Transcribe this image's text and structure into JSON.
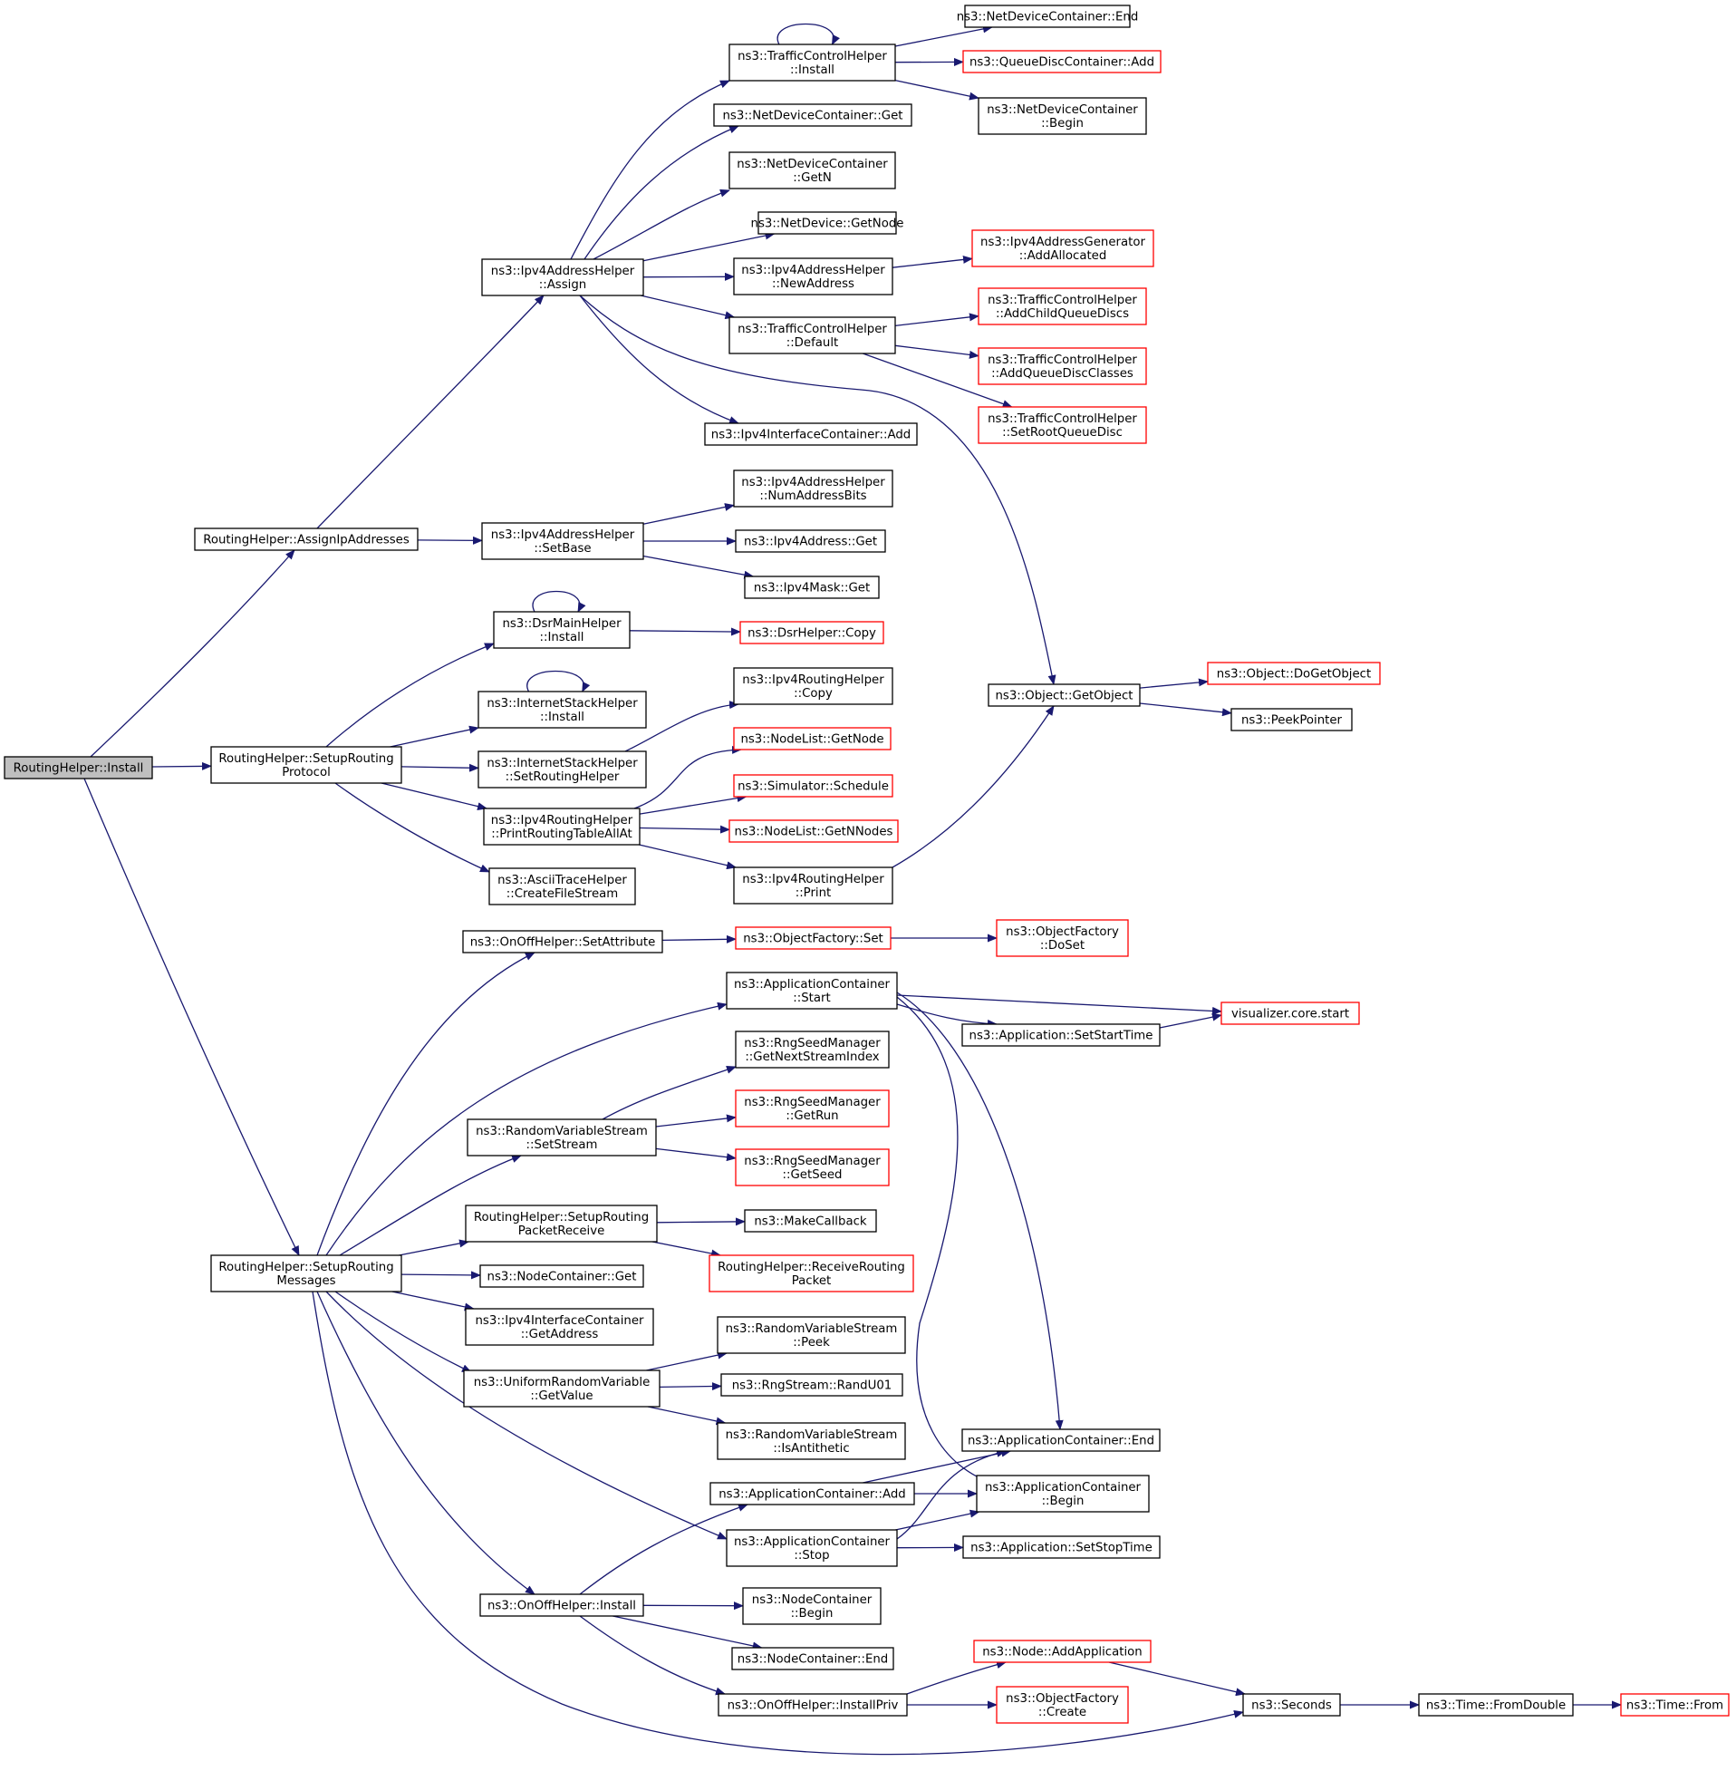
{
  "colors": {
    "edge": "#191970",
    "normal_border": "#000000",
    "undocumented_border": "#ff0000",
    "root_fill": "#bfbfbf",
    "node_fill": "#ffffff"
  },
  "nodes": {
    "rh_install": {
      "lines": [
        "RoutingHelper::Install"
      ],
      "style": "root"
    },
    "rh_assign_ip": {
      "lines": [
        "RoutingHelper::AssignIpAddresses"
      ],
      "style": "normal"
    },
    "rh_setup_proto": {
      "lines": [
        "RoutingHelper::SetupRouting",
        "Protocol"
      ],
      "style": "normal"
    },
    "rh_setup_msgs": {
      "lines": [
        "RoutingHelper::SetupRouting",
        "Messages"
      ],
      "style": "normal"
    },
    "ipv4ah_assign": {
      "lines": [
        "ns3::Ipv4AddressHelper",
        "::Assign"
      ],
      "style": "normal"
    },
    "ipv4ah_setbase": {
      "lines": [
        "ns3::Ipv4AddressHelper",
        "::SetBase"
      ],
      "style": "normal"
    },
    "tch_install": {
      "lines": [
        "ns3::TrafficControlHelper",
        "::Install"
      ],
      "style": "normal"
    },
    "ndc_end": {
      "lines": [
        "ns3::NetDeviceContainer::End"
      ],
      "style": "normal"
    },
    "qdc_add": {
      "lines": [
        "ns3::QueueDiscContainer::Add"
      ],
      "style": "undocumented"
    },
    "ndc_begin": {
      "lines": [
        "ns3::NetDeviceContainer",
        "::Begin"
      ],
      "style": "normal"
    },
    "ndc_get": {
      "lines": [
        "ns3::NetDeviceContainer::Get"
      ],
      "style": "normal"
    },
    "ndc_getn": {
      "lines": [
        "ns3::NetDeviceContainer",
        "::GetN"
      ],
      "style": "normal"
    },
    "nd_getnode": {
      "lines": [
        "ns3::NetDevice::GetNode"
      ],
      "style": "normal"
    },
    "ipv4ah_newaddr": {
      "lines": [
        "ns3::Ipv4AddressHelper",
        "::NewAddress"
      ],
      "style": "normal"
    },
    "ipv4ag_addalloc": {
      "lines": [
        "ns3::Ipv4AddressGenerator",
        "::AddAllocated"
      ],
      "style": "undocumented"
    },
    "tch_default": {
      "lines": [
        "ns3::TrafficControlHelper",
        "::Default"
      ],
      "style": "normal"
    },
    "tch_addchild": {
      "lines": [
        "ns3::TrafficControlHelper",
        "::AddChildQueueDiscs"
      ],
      "style": "undocumented"
    },
    "tch_addclasses": {
      "lines": [
        "ns3::TrafficControlHelper",
        "::AddQueueDiscClasses"
      ],
      "style": "undocumented"
    },
    "tch_setroot": {
      "lines": [
        "ns3::TrafficControlHelper",
        "::SetRootQueueDisc"
      ],
      "style": "undocumented"
    },
    "ipv4ic_add": {
      "lines": [
        "ns3::Ipv4InterfaceContainer::Add"
      ],
      "style": "normal"
    },
    "ipv4ah_numbits": {
      "lines": [
        "ns3::Ipv4AddressHelper",
        "::NumAddressBits"
      ],
      "style": "normal"
    },
    "ipv4a_get": {
      "lines": [
        "ns3::Ipv4Address::Get"
      ],
      "style": "normal"
    },
    "ipv4m_get": {
      "lines": [
        "ns3::Ipv4Mask::Get"
      ],
      "style": "normal"
    },
    "dsr_install": {
      "lines": [
        "ns3::DsrMainHelper",
        "::Install"
      ],
      "style": "normal"
    },
    "dsr_copy": {
      "lines": [
        "ns3::DsrHelper::Copy"
      ],
      "style": "undocumented"
    },
    "ish_install": {
      "lines": [
        "ns3::InternetStackHelper",
        "::Install"
      ],
      "style": "normal"
    },
    "ish_setrouting": {
      "lines": [
        "ns3::InternetStackHelper",
        "::SetRoutingHelper"
      ],
      "style": "normal"
    },
    "ipv4rh_copy": {
      "lines": [
        "ns3::Ipv4RoutingHelper",
        "::Copy"
      ],
      "style": "normal"
    },
    "ipv4rh_print_all": {
      "lines": [
        "ns3::Ipv4RoutingHelper",
        "::PrintRoutingTableAllAt"
      ],
      "style": "normal"
    },
    "nl_getnode": {
      "lines": [
        "ns3::NodeList::GetNode"
      ],
      "style": "undocumented"
    },
    "sim_schedule": {
      "lines": [
        "ns3::Simulator::Schedule"
      ],
      "style": "undocumented"
    },
    "nl_getnnodes": {
      "lines": [
        "ns3::NodeList::GetNNodes"
      ],
      "style": "undocumented"
    },
    "ipv4rh_print": {
      "lines": [
        "ns3::Ipv4RoutingHelper",
        "::Print"
      ],
      "style": "normal"
    },
    "ath_createfile": {
      "lines": [
        "ns3::AsciiTraceHelper",
        "::CreateFileStream"
      ],
      "style": "normal"
    },
    "obj_getobject": {
      "lines": [
        "ns3::Object::GetObject"
      ],
      "style": "normal"
    },
    "obj_dogetobject": {
      "lines": [
        "ns3::Object::DoGetObject"
      ],
      "style": "undocumented"
    },
    "peekpointer": {
      "lines": [
        "ns3::PeekPointer"
      ],
      "style": "normal"
    },
    "onoff_setattr": {
      "lines": [
        "ns3::OnOffHelper::SetAttribute"
      ],
      "style": "normal"
    },
    "of_set": {
      "lines": [
        "ns3::ObjectFactory::Set"
      ],
      "style": "undocumented"
    },
    "of_doset": {
      "lines": [
        "ns3::ObjectFactory",
        "::DoSet"
      ],
      "style": "undocumented"
    },
    "ac_start": {
      "lines": [
        "ns3::ApplicationContainer",
        "::Start"
      ],
      "style": "normal"
    },
    "vis_start": {
      "lines": [
        "visualizer.core.start"
      ],
      "style": "undocumented"
    },
    "app_setstart": {
      "lines": [
        "ns3::Application::SetStartTime"
      ],
      "style": "normal"
    },
    "rsm_getnext": {
      "lines": [
        "ns3::RngSeedManager",
        "::GetNextStreamIndex"
      ],
      "style": "normal"
    },
    "rvs_setstream": {
      "lines": [
        "ns3::RandomVariableStream",
        "::SetStream"
      ],
      "style": "normal"
    },
    "rsm_getrun": {
      "lines": [
        "ns3::RngSeedManager",
        "::GetRun"
      ],
      "style": "undocumented"
    },
    "rsm_getseed": {
      "lines": [
        "ns3::RngSeedManager",
        "::GetSeed"
      ],
      "style": "undocumented"
    },
    "rh_setup_recv": {
      "lines": [
        "RoutingHelper::SetupRouting",
        "PacketReceive"
      ],
      "style": "normal"
    },
    "makecallback": {
      "lines": [
        "ns3::MakeCallback"
      ],
      "style": "normal"
    },
    "rh_recv_pkt": {
      "lines": [
        "RoutingHelper::ReceiveRouting",
        "Packet"
      ],
      "style": "undocumented"
    },
    "nc_get": {
      "lines": [
        "ns3::NodeContainer::Get"
      ],
      "style": "normal"
    },
    "ipv4ic_getaddr": {
      "lines": [
        "ns3::Ipv4InterfaceContainer",
        "::GetAddress"
      ],
      "style": "normal"
    },
    "rvs_peek": {
      "lines": [
        "ns3::RandomVariableStream",
        "::Peek"
      ],
      "style": "normal"
    },
    "urv_getvalue": {
      "lines": [
        "ns3::UniformRandomVariable",
        "::GetValue"
      ],
      "style": "normal"
    },
    "rng_randu01": {
      "lines": [
        "ns3::RngStream::RandU01"
      ],
      "style": "normal"
    },
    "rvs_isanti": {
      "lines": [
        "ns3::RandomVariableStream",
        "::IsAntithetic"
      ],
      "style": "normal"
    },
    "ac_end": {
      "lines": [
        "ns3::ApplicationContainer::End"
      ],
      "style": "normal"
    },
    "ac_add": {
      "lines": [
        "ns3::ApplicationContainer::Add"
      ],
      "style": "normal"
    },
    "ac_begin": {
      "lines": [
        "ns3::ApplicationContainer",
        "::Begin"
      ],
      "style": "normal"
    },
    "ac_stop": {
      "lines": [
        "ns3::ApplicationContainer",
        "::Stop"
      ],
      "style": "normal"
    },
    "app_setstop": {
      "lines": [
        "ns3::Application::SetStopTime"
      ],
      "style": "normal"
    },
    "onoff_install": {
      "lines": [
        "ns3::OnOffHelper::Install"
      ],
      "style": "normal"
    },
    "nc_begin": {
      "lines": [
        "ns3::NodeContainer",
        "::Begin"
      ],
      "style": "normal"
    },
    "nc_end": {
      "lines": [
        "ns3::NodeContainer::End"
      ],
      "style": "normal"
    },
    "node_addapp": {
      "lines": [
        "ns3::Node::AddApplication"
      ],
      "style": "undocumented"
    },
    "onoff_installpriv": {
      "lines": [
        "ns3::OnOffHelper::InstallPriv"
      ],
      "style": "normal"
    },
    "of_create": {
      "lines": [
        "ns3::ObjectFactory",
        "::Create"
      ],
      "style": "undocumented"
    },
    "seconds": {
      "lines": [
        "ns3::Seconds"
      ],
      "style": "normal"
    },
    "time_fromdouble": {
      "lines": [
        "ns3::Time::FromDouble"
      ],
      "style": "normal"
    },
    "time_from": {
      "lines": [
        "ns3::Time::From"
      ],
      "style": "undocumented"
    }
  },
  "edges": [
    [
      "rh_install",
      "rh_assign_ip"
    ],
    [
      "rh_install",
      "rh_setup_proto"
    ],
    [
      "rh_install",
      "rh_setup_msgs"
    ],
    [
      "rh_assign_ip",
      "ipv4ah_assign"
    ],
    [
      "rh_assign_ip",
      "ipv4ah_setbase"
    ],
    [
      "ipv4ah_assign",
      "tch_install"
    ],
    [
      "ipv4ah_assign",
      "ndc_get"
    ],
    [
      "ipv4ah_assign",
      "ndc_getn"
    ],
    [
      "ipv4ah_assign",
      "nd_getnode"
    ],
    [
      "ipv4ah_assign",
      "ipv4ah_newaddr"
    ],
    [
      "ipv4ah_assign",
      "tch_default"
    ],
    [
      "ipv4ah_assign",
      "ipv4ic_add"
    ],
    [
      "ipv4ah_assign",
      "obj_getobject"
    ],
    [
      "tch_install",
      "tch_install"
    ],
    [
      "tch_install",
      "ndc_end"
    ],
    [
      "tch_install",
      "qdc_add"
    ],
    [
      "tch_install",
      "ndc_begin"
    ],
    [
      "ipv4ah_newaddr",
      "ipv4ag_addalloc"
    ],
    [
      "tch_default",
      "tch_addchild"
    ],
    [
      "tch_default",
      "tch_addclasses"
    ],
    [
      "tch_default",
      "tch_setroot"
    ],
    [
      "ipv4ah_setbase",
      "ipv4ah_numbits"
    ],
    [
      "ipv4ah_setbase",
      "ipv4a_get"
    ],
    [
      "ipv4ah_setbase",
      "ipv4m_get"
    ],
    [
      "rh_setup_proto",
      "dsr_install"
    ],
    [
      "rh_setup_proto",
      "ish_install"
    ],
    [
      "rh_setup_proto",
      "ish_setrouting"
    ],
    [
      "rh_setup_proto",
      "ipv4rh_print_all"
    ],
    [
      "rh_setup_proto",
      "ath_createfile"
    ],
    [
      "dsr_install",
      "dsr_copy"
    ],
    [
      "dsr_install",
      "dsr_install"
    ],
    [
      "ish_install",
      "ish_install"
    ],
    [
      "ish_setrouting",
      "ipv4rh_copy"
    ],
    [
      "ipv4rh_print_all",
      "nl_getnode"
    ],
    [
      "ipv4rh_print_all",
      "sim_schedule"
    ],
    [
      "ipv4rh_print_all",
      "nl_getnnodes"
    ],
    [
      "ipv4rh_print_all",
      "ipv4rh_print"
    ],
    [
      "ipv4rh_print",
      "obj_getobject"
    ],
    [
      "obj_getobject",
      "obj_dogetobject"
    ],
    [
      "obj_getobject",
      "peekpointer"
    ],
    [
      "rh_setup_msgs",
      "onoff_setattr"
    ],
    [
      "rh_setup_msgs",
      "ac_start"
    ],
    [
      "rh_setup_msgs",
      "rvs_setstream"
    ],
    [
      "rh_setup_msgs",
      "rh_setup_recv"
    ],
    [
      "rh_setup_msgs",
      "nc_get"
    ],
    [
      "rh_setup_msgs",
      "ipv4ic_getaddr"
    ],
    [
      "rh_setup_msgs",
      "urv_getvalue"
    ],
    [
      "rh_setup_msgs",
      "ac_stop"
    ],
    [
      "rh_setup_msgs",
      "onoff_install"
    ],
    [
      "rh_setup_msgs",
      "seconds"
    ],
    [
      "onoff_setattr",
      "of_set"
    ],
    [
      "of_set",
      "of_doset"
    ],
    [
      "ac_start",
      "vis_start"
    ],
    [
      "ac_start",
      "app_setstart"
    ],
    [
      "ac_start",
      "ac_end"
    ],
    [
      "ac_start",
      "ac_begin"
    ],
    [
      "app_setstart",
      "vis_start"
    ],
    [
      "rvs_setstream",
      "rsm_getnext"
    ],
    [
      "rvs_setstream",
      "rsm_getrun"
    ],
    [
      "rvs_setstream",
      "rsm_getseed"
    ],
    [
      "rh_setup_recv",
      "makecallback"
    ],
    [
      "rh_setup_recv",
      "rh_recv_pkt"
    ],
    [
      "urv_getvalue",
      "rvs_peek"
    ],
    [
      "urv_getvalue",
      "rng_randu01"
    ],
    [
      "urv_getvalue",
      "rvs_isanti"
    ],
    [
      "ac_add",
      "ac_end"
    ],
    [
      "ac_add",
      "ac_begin"
    ],
    [
      "ac_stop",
      "ac_end"
    ],
    [
      "ac_stop",
      "ac_begin"
    ],
    [
      "ac_stop",
      "app_setstop"
    ],
    [
      "onoff_install",
      "ac_add"
    ],
    [
      "onoff_install",
      "nc_begin"
    ],
    [
      "onoff_install",
      "nc_end"
    ],
    [
      "onoff_install",
      "onoff_installpriv"
    ],
    [
      "onoff_installpriv",
      "node_addapp"
    ],
    [
      "onoff_installpriv",
      "of_create"
    ],
    [
      "node_addapp",
      "seconds"
    ],
    [
      "seconds",
      "time_fromdouble"
    ],
    [
      "time_fromdouble",
      "time_from"
    ]
  ]
}
